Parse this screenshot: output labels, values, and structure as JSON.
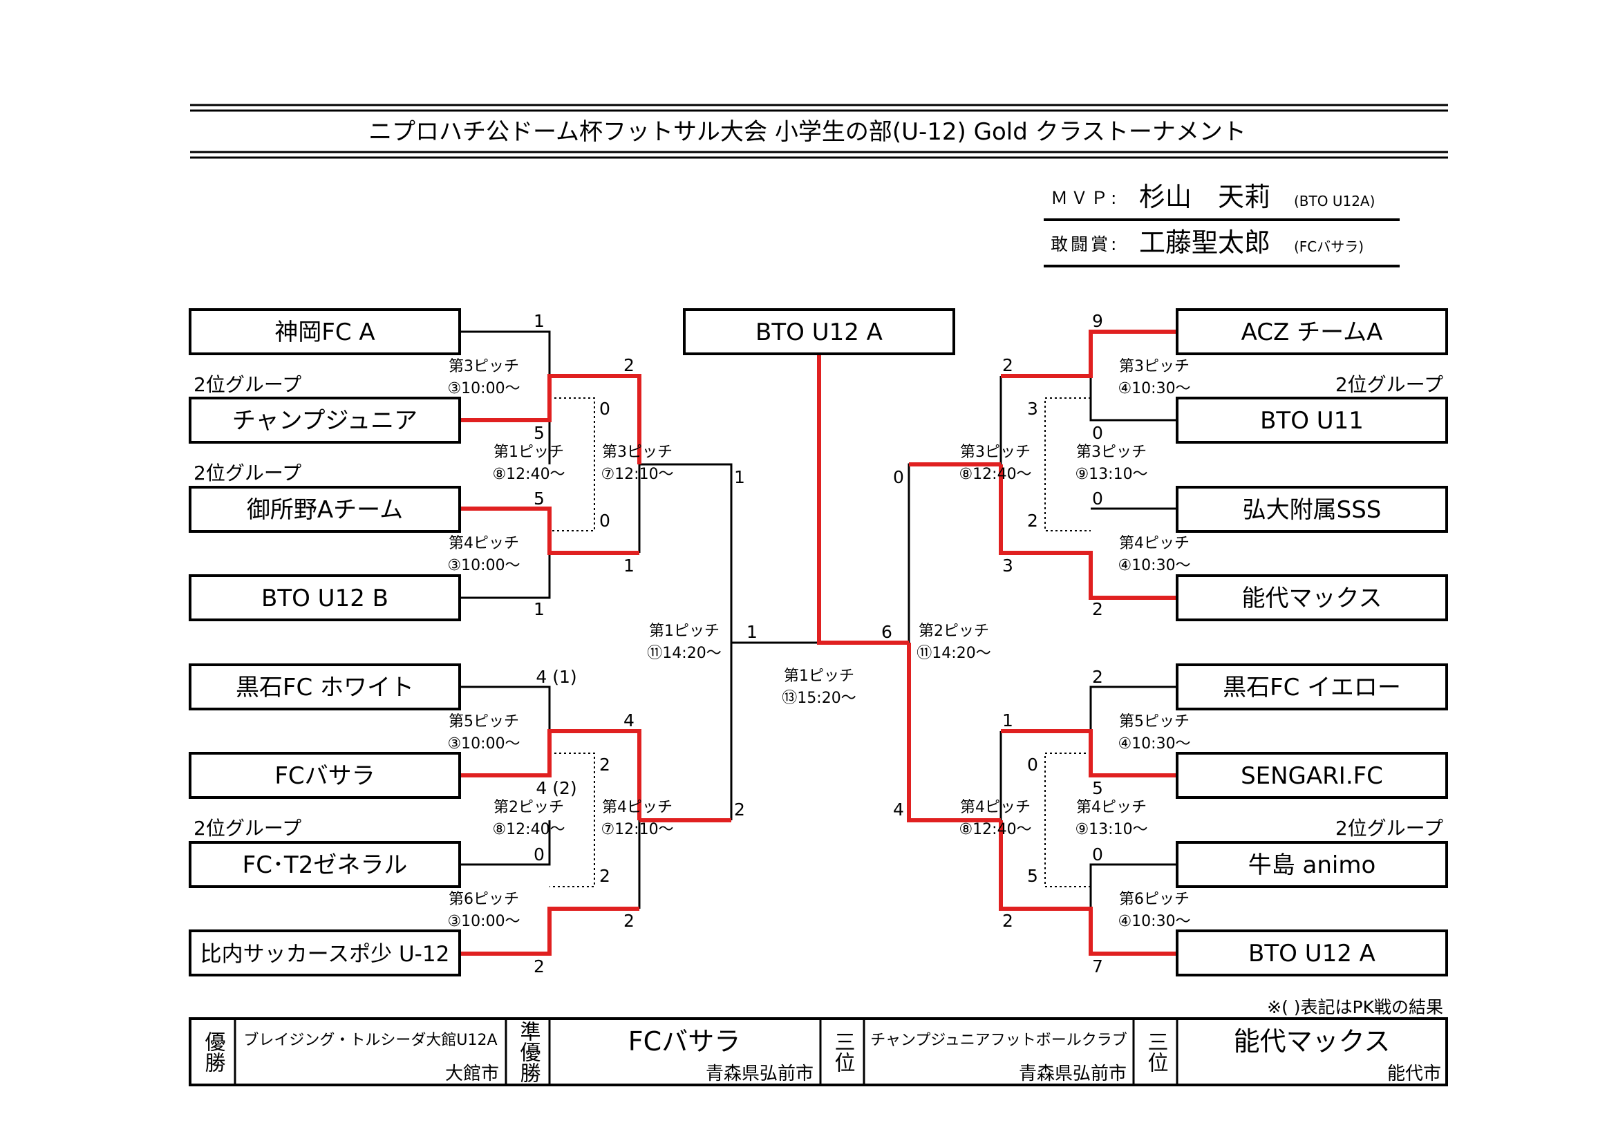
{
  "title": "ニプロハチ公ドーム杯フットサル大会 小学生の部(U-12) Gold クラストーナメント",
  "awards": {
    "mvp_label": "ＭＶＰ:",
    "mvp_name": "杉山　天莉",
    "mvp_team": "(BTO U12A)",
    "fighting_label": "敢闘賞:",
    "fighting_name": "工藤聖太郎",
    "fighting_team": "(FCバサラ)"
  },
  "group2_label": "2位グループ",
  "champion": "BTO U12 A",
  "left_teams": [
    "神岡FC A",
    "チャンプジュニア",
    "御所野Aチーム",
    "BTO U12 B",
    "黒石FC ホワイト",
    "FCバサラ",
    "FC･T2ゼネラル",
    "比内サッカースポ少 U-12"
  ],
  "right_teams": [
    "ACZ チームA",
    "BTO U11",
    "弘大附属SSS",
    "能代マックス",
    "黒石FC イエロー",
    "SENGARI.FC",
    "牛島 animo",
    "BTO U12 A"
  ],
  "matches": {
    "l_r1_1": [
      "第3ピッチ",
      "③10:00～"
    ],
    "l_r1_2": [
      "第4ピッチ",
      "③10:00～"
    ],
    "l_r1_3": [
      "第5ピッチ",
      "③10:00～"
    ],
    "l_r1_4": [
      "第6ピッチ",
      "③10:00～"
    ],
    "l_cons_1": [
      "第1ピッチ",
      "⑧12:40～"
    ],
    "l_r2_1": [
      "第3ピッチ",
      "⑦12:10～"
    ],
    "l_cons_2": [
      "第2ピッチ",
      "⑧12:40～"
    ],
    "l_r2_2": [
      "第4ピッチ",
      "⑦12:10～"
    ],
    "l_sf": [
      "第1ピッチ",
      "⑪14:20～"
    ],
    "final": [
      "第1ピッチ",
      "⑬15:20～"
    ],
    "r_r1_1": [
      "第3ピッチ",
      "④10:30～"
    ],
    "r_r1_2": [
      "第4ピッチ",
      "④10:30～"
    ],
    "r_r1_3": [
      "第5ピッチ",
      "④10:30～"
    ],
    "r_r1_4": [
      "第6ピッチ",
      "④10:30～"
    ],
    "r_r2_1": [
      "第3ピッチ",
      "⑧12:40～"
    ],
    "r_cons_1": [
      "第3ピッチ",
      "⑨13:10～"
    ],
    "r_r2_2": [
      "第4ピッチ",
      "⑧12:40～"
    ],
    "r_cons_2": [
      "第4ピッチ",
      "⑨13:10～"
    ],
    "r_sf": [
      "第2ピッチ",
      "⑪14:20～"
    ]
  },
  "scores": {
    "l1": "1",
    "l2": "5",
    "l3": "5",
    "l4": "1",
    "l5": "4 (1)",
    "l6": "4 (2)",
    "l7": "0",
    "l8": "2",
    "l_r2_a": "2",
    "l_r2_b": "1",
    "l_r2_c": "4",
    "l_r2_d": "2",
    "l_cons_a": "0",
    "l_cons_b": "0",
    "l_cons_c": "2",
    "l_cons_d": "2",
    "l_sf_a": "1",
    "l_sf_b": "2",
    "l_final": "1",
    "r1": "9",
    "r2": "0",
    "r3": "0",
    "r4": "2",
    "r5": "2",
    "r6": "5",
    "r7": "0",
    "r8": "7",
    "r_r2_a": "2",
    "r_r2_b": "3",
    "r_r2_c": "1",
    "r_r2_d": "2",
    "r_cons_a": "3",
    "r_cons_b": "2",
    "r_cons_c": "0",
    "r_cons_d": "5",
    "r_sf_a": "0",
    "r_sf_b": "4",
    "r_final": "6"
  },
  "pk_note": "※( )表記はPK戦の結果",
  "results": {
    "first_label": "優勝",
    "first_team": "ブレイジング・トルシーダ大館U12A",
    "first_city": "大館市",
    "second_label": "準優勝",
    "second_team": "FCバサラ",
    "second_city": "青森県弘前市",
    "third_label": "三位",
    "third1_team": "チャンプジュニアフットボールクラブ",
    "third1_city": "青森県弘前市",
    "third2_team": "能代マックス",
    "third2_city": "能代市"
  },
  "colors": {
    "win": "#e02020",
    "line": "#000000"
  }
}
